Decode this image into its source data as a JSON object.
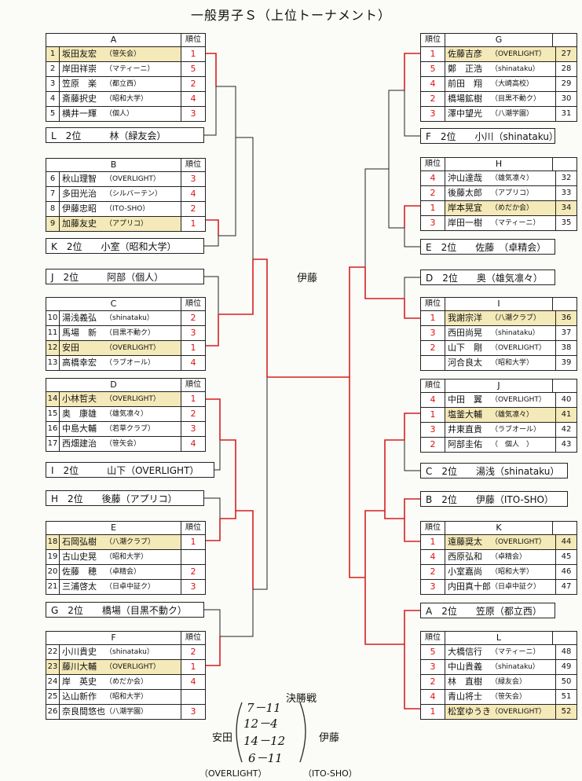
{
  "title": "一般男子Ｓ（上位トーナメント）",
  "rank_header": "順位",
  "left_groups": [
    {
      "id": "A",
      "rows": [
        {
          "no": "1",
          "name": "坂田友宏",
          "team": "（笹矢会）",
          "rank": "1",
          "hl": true
        },
        {
          "no": "2",
          "name": "岸田祥崇",
          "team": "（マティーニ）",
          "rank": "5",
          "hl": false
        },
        {
          "no": "3",
          "name": "笠原　楽",
          "team": "（都立西）",
          "rank": "2",
          "hl": false
        },
        {
          "no": "4",
          "name": "斎藤択史",
          "team": "（昭和大学）",
          "rank": "4",
          "hl": false
        },
        {
          "no": "5",
          "name": "横井一輝",
          "team": "（個人）",
          "rank": "3",
          "hl": false
        }
      ]
    },
    {
      "id": "B",
      "rows": [
        {
          "no": "6",
          "name": "秋山理智",
          "team": "（OVERLIGHT）",
          "rank": "3",
          "hl": false
        },
        {
          "no": "7",
          "name": "多田光治",
          "team": "（シルバーテン）",
          "rank": "4",
          "hl": false
        },
        {
          "no": "8",
          "name": "伊藤忠昭",
          "team": "（ITO-SHO）",
          "rank": "2",
          "hl": false
        },
        {
          "no": "9",
          "name": "加藤友史",
          "team": "（アプリコ）",
          "rank": "1",
          "hl": true
        }
      ]
    },
    {
      "id": "C",
      "rows": [
        {
          "no": "10",
          "name": "湯浅義弘",
          "team": "（shinataku）",
          "rank": "2",
          "hl": false
        },
        {
          "no": "11",
          "name": "馬場　新",
          "team": "（目黒不動ク）",
          "rank": "3",
          "hl": false
        },
        {
          "no": "12",
          "name": "安田",
          "team": "（OVERLIGHT）",
          "rank": "1",
          "hl": true
        },
        {
          "no": "13",
          "name": "高橋幸宏",
          "team": "（ラブオール）",
          "rank": "4",
          "hl": false
        }
      ]
    },
    {
      "id": "D",
      "rows": [
        {
          "no": "14",
          "name": "小林哲夫",
          "team": "（OVERLIGHT）",
          "rank": "1",
          "hl": true
        },
        {
          "no": "15",
          "name": "奥　康雄",
          "team": "（雄気凛々）",
          "rank": "2",
          "hl": false
        },
        {
          "no": "16",
          "name": "中島大輔",
          "team": "（若草クラブ）",
          "rank": "3",
          "hl": false
        },
        {
          "no": "17",
          "name": "西畑建治",
          "team": "（笹矢会）",
          "rank": "4",
          "hl": false
        }
      ]
    },
    {
      "id": "E",
      "rows": [
        {
          "no": "18",
          "name": "石岡弘樹",
          "team": "（八潮クラブ）",
          "rank": "1",
          "hl": true
        },
        {
          "no": "19",
          "name": "古山史晃",
          "team": "（昭和大学）",
          "rank": "",
          "hl": false
        },
        {
          "no": "20",
          "name": "佐藤　穂",
          "team": "（卓精会）",
          "rank": "2",
          "hl": false
        },
        {
          "no": "21",
          "name": "三浦啓太",
          "team": "（日卓中証ク）",
          "rank": "3",
          "hl": false
        }
      ]
    },
    {
      "id": "F",
      "rows": [
        {
          "no": "22",
          "name": "小川貴史",
          "team": "（shinataku）",
          "rank": "2",
          "hl": false
        },
        {
          "no": "23",
          "name": "藤川大輔",
          "team": "（OVERLIGHT）",
          "rank": "1",
          "hl": true
        },
        {
          "no": "24",
          "name": "岸　英史",
          "team": "（めだか会）",
          "rank": "4",
          "hl": false
        },
        {
          "no": "25",
          "name": "込山新作",
          "team": "（昭和大学）",
          "rank": "",
          "hl": false
        },
        {
          "no": "26",
          "name": "奈良間悠也",
          "team": "（八潮学園）",
          "rank": "3",
          "hl": false
        }
      ]
    }
  ],
  "right_groups": [
    {
      "id": "G",
      "rows": [
        {
          "no": "27",
          "name": "佐藤吉彦",
          "team": "（OVERLIGHT）",
          "rank": "1",
          "hl": true
        },
        {
          "no": "28",
          "name": "鄭　正浩",
          "team": "（shinataku）",
          "rank": "5",
          "hl": false
        },
        {
          "no": "29",
          "name": "前田　翔",
          "team": "（大崎高校）",
          "rank": "4",
          "hl": false
        },
        {
          "no": "30",
          "name": "橋場鉱樹",
          "team": "（目黒不動ク）",
          "rank": "2",
          "hl": false
        },
        {
          "no": "31",
          "name": "澤中望光",
          "team": "（八潮学園）",
          "rank": "3",
          "hl": false
        }
      ]
    },
    {
      "id": "H",
      "rows": [
        {
          "no": "32",
          "name": "沖山達哉",
          "team": "（雄気凛々）",
          "rank": "4",
          "hl": false
        },
        {
          "no": "33",
          "name": "後藤太郎",
          "team": "（アプリコ）",
          "rank": "2",
          "hl": false
        },
        {
          "no": "34",
          "name": "岸本晃宜",
          "team": "（めだか会）",
          "rank": "1",
          "hl": true
        },
        {
          "no": "35",
          "name": "岸田一樹",
          "team": "（マティーニ）",
          "rank": "3",
          "hl": false
        }
      ]
    },
    {
      "id": "I",
      "rows": [
        {
          "no": "36",
          "name": "我謝宗洋",
          "team": "（八潮クラブ）",
          "rank": "1",
          "hl": true
        },
        {
          "no": "37",
          "name": "西田尚晃",
          "team": "（shinataku）",
          "rank": "3",
          "hl": false
        },
        {
          "no": "38",
          "name": "山下　剛",
          "team": "（OVERLIGHT）",
          "rank": "2",
          "hl": false
        },
        {
          "no": "39",
          "name": "河合良太",
          "team": "（昭和大学）",
          "rank": "",
          "hl": false
        }
      ]
    },
    {
      "id": "J",
      "rows": [
        {
          "no": "40",
          "name": "中田　翼",
          "team": "（OVERLIGHT）",
          "rank": "4",
          "hl": false
        },
        {
          "no": "41",
          "name": "塩釜大輔",
          "team": "（雄気凛々）",
          "rank": "1",
          "hl": true
        },
        {
          "no": "42",
          "name": "井東直貴",
          "team": "（ラブオール）",
          "rank": "3",
          "hl": false
        },
        {
          "no": "43",
          "name": "阿部圭佑",
          "team": "（　個人　）",
          "rank": "2",
          "hl": false
        }
      ]
    },
    {
      "id": "K",
      "rows": [
        {
          "no": "44",
          "name": "遠藤奨太",
          "team": "（OVERLIGHT）",
          "rank": "1",
          "hl": true
        },
        {
          "no": "45",
          "name": "西原弘和",
          "team": "（卓精会）",
          "rank": "4",
          "hl": false
        },
        {
          "no": "46",
          "name": "小室嘉尚",
          "team": "（昭和大学）",
          "rank": "2",
          "hl": false
        },
        {
          "no": "47",
          "name": "内田真十郎",
          "team": "（日卓中証ク）",
          "rank": "3",
          "hl": false
        }
      ]
    },
    {
      "id": "L",
      "rows": [
        {
          "no": "48",
          "name": "大橋信行",
          "team": "（マティーニ）",
          "rank": "5",
          "hl": false
        },
        {
          "no": "49",
          "name": "中山貴義",
          "team": "（shinataku）",
          "rank": "3",
          "hl": false
        },
        {
          "no": "50",
          "name": "林　直樹",
          "team": "（緑友会）",
          "rank": "2",
          "hl": false
        },
        {
          "no": "51",
          "name": "青山将士",
          "team": "（笹矢会）",
          "rank": "4",
          "hl": false
        },
        {
          "no": "52",
          "name": "松室ゆうき",
          "team": "（OVERLIGHT）",
          "rank": "1",
          "hl": true
        }
      ]
    }
  ],
  "second_place_left": [
    "L　2位　　　林（緑友会）",
    "K　2位　　小室（昭和大学）",
    "J　2位　　　阿部（個人）",
    "I　2位　　　山下（OVERLIGHT）",
    "H　2位　　後藤（アプリコ）",
    "G　2位　　橋場（目黒不動ク）"
  ],
  "second_place_right": [
    "F　2位　　小川（shinataku）",
    "E　2位　　佐藤　（卓精会）",
    "D　2位　　奥（雄気凛々）",
    "C　2位　　湯浅（shinataku）",
    "B　2位　　伊藤（ITO-SHO）",
    "A　2位　　笠原（都立西）"
  ],
  "semifinal_winner": "伊藤",
  "final": {
    "heading": "決勝戦",
    "left_player": "安田",
    "right_player": "伊藤",
    "left_team": "（OVERLIGHT）",
    "right_team": "（ITO-SHO）",
    "scores": [
      "7－11",
      "12－4",
      "14－12",
      "6－11"
    ]
  },
  "colors": {
    "winner_line": "#d42020",
    "line": "#222222",
    "highlight": "#f4e9b8",
    "rank": "#d11111"
  }
}
